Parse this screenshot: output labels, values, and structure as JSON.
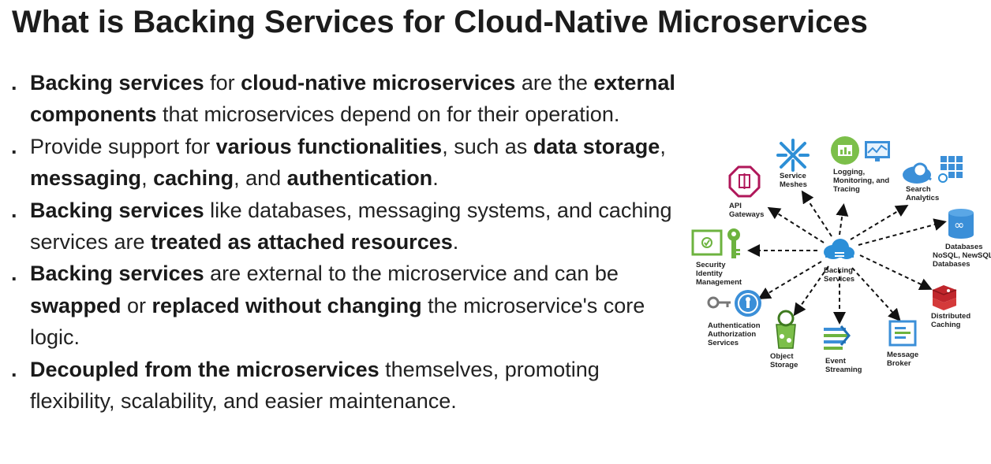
{
  "title": "What is Backing Services for Cloud-Native Microservices",
  "bullets": [
    [
      {
        "t": "Backing services",
        "b": true
      },
      {
        "t": " for ",
        "b": false
      },
      {
        "t": "cloud-native microservices",
        "b": true
      },
      {
        "t": " are the ",
        "b": false
      },
      {
        "t": "external components",
        "b": true
      },
      {
        "t": " that microservices depend on for their operation.",
        "b": false
      }
    ],
    [
      {
        "t": "Provide support for ",
        "b": false
      },
      {
        "t": "various functionalities",
        "b": true
      },
      {
        "t": ", such as ",
        "b": false
      },
      {
        "t": "data storage",
        "b": true
      },
      {
        "t": ", ",
        "b": false
      },
      {
        "t": "messaging",
        "b": true
      },
      {
        "t": ", ",
        "b": false
      },
      {
        "t": "caching",
        "b": true
      },
      {
        "t": ", and ",
        "b": false
      },
      {
        "t": "authentication",
        "b": true
      },
      {
        "t": ".",
        "b": false
      }
    ],
    [
      {
        "t": "Backing services",
        "b": true
      },
      {
        "t": " like databases, messaging systems, and caching services are ",
        "b": false
      },
      {
        "t": "treated as attached resources",
        "b": true
      },
      {
        "t": ".",
        "b": false
      }
    ],
    [
      {
        "t": "Backing services",
        "b": true
      },
      {
        "t": " are external to the microservice and can be ",
        "b": false
      },
      {
        "t": "swapped",
        "b": true
      },
      {
        "t": " or ",
        "b": false
      },
      {
        "t": "replaced without changing",
        "b": true
      },
      {
        "t": " the microservice's core logic.",
        "b": false
      }
    ],
    [
      {
        "t": "Decoupled from the microservices",
        "b": true
      },
      {
        "t": " themselves, promoting flexibility, scalability, and easier maintenance.",
        "b": false
      }
    ]
  ],
  "diagram": {
    "center": [
      "Backing",
      "Services"
    ],
    "nodes": [
      {
        "name": "api-gateways",
        "icon": "api-gateway-icon",
        "label": [
          "API",
          "Gateways"
        ]
      },
      {
        "name": "service-meshes",
        "icon": "service-mesh-icon",
        "label": [
          "Service",
          "Meshes"
        ]
      },
      {
        "name": "logging-monitoring-tracing",
        "icon": "monitoring-icon",
        "label": [
          "Logging,",
          "Monitoring, and",
          "Tracing"
        ]
      },
      {
        "name": "search-analytics",
        "icon": "search-analytics-icon",
        "label": [
          "Search",
          "Analytics"
        ]
      },
      {
        "name": "databases",
        "icon": "database-icon",
        "label": [
          "Databases",
          "NoSQL, NewSQL",
          "Databases"
        ]
      },
      {
        "name": "distributed-caching",
        "icon": "cache-icon",
        "label": [
          "Distributed",
          "Caching"
        ]
      },
      {
        "name": "message-broker",
        "icon": "message-broker-icon",
        "label": [
          "Message",
          "Broker"
        ]
      },
      {
        "name": "event-streaming",
        "icon": "event-streaming-icon",
        "label": [
          "Event",
          "Streaming"
        ]
      },
      {
        "name": "object-storage",
        "icon": "object-storage-icon",
        "label": [
          "Object",
          "Storage"
        ]
      },
      {
        "name": "authentication-authorization",
        "icon": "auth-icon",
        "label": [
          "Authentication",
          "Authorization",
          "Services"
        ]
      },
      {
        "name": "security-identity-management",
        "icon": "identity-icon",
        "label": [
          "Security",
          "Identity",
          "Management"
        ]
      }
    ]
  }
}
